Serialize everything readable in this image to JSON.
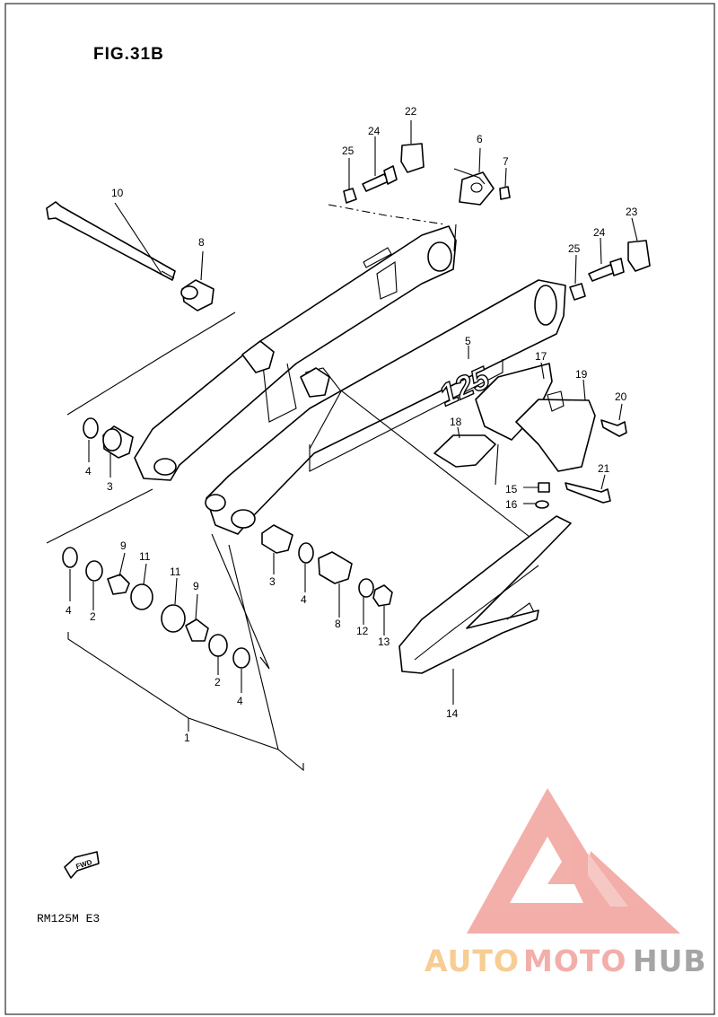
{
  "figure": {
    "title": "FIG.31B",
    "model_code": "RM125M E3",
    "swingarm_marking": "125",
    "fwd_label": "FWD"
  },
  "callouts": [
    "1",
    "2",
    "2",
    "3",
    "3",
    "4",
    "4",
    "4",
    "4",
    "5",
    "6",
    "7",
    "8",
    "8",
    "9",
    "9",
    "10",
    "11",
    "11",
    "12",
    "13",
    "14",
    "15",
    "16",
    "17",
    "18",
    "19",
    "20",
    "21",
    "22",
    "23",
    "24",
    "24",
    "25",
    "25"
  ],
  "watermark": {
    "part1": "AUTO",
    "part2": "MOTO",
    "part3": "HUB",
    "color_light": "#f7c98a",
    "color_mid": "#f2a8a2",
    "color_dark": "#9e9e9e"
  }
}
